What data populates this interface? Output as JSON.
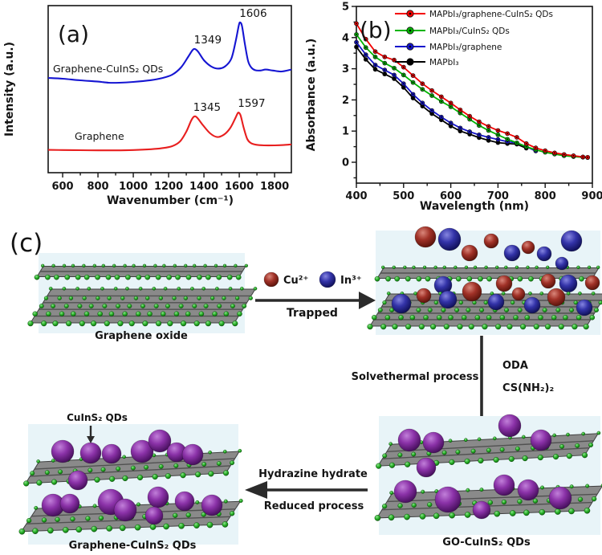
{
  "chart_data": [
    {
      "type": "line",
      "panel": "a",
      "tag": "(a)",
      "xlabel": "Wavenumber (cm⁻¹)",
      "ylabel": "Intensity (a.u.)",
      "xlim": [
        518,
        1895
      ],
      "ylim": [
        0,
        10.4
      ],
      "xticks": [
        600,
        800,
        1000,
        1200,
        1400,
        1600,
        1800
      ],
      "yticks": [],
      "grid": false,
      "series": [
        {
          "name": "Graphene-CuInS₂ QDs",
          "color": "#1515d2",
          "peaks": [
            {
              "label": "1349",
              "center": 1349
            },
            {
              "label": "1606",
              "center": 1606
            }
          ],
          "points": [
            [
              518,
              5.9
            ],
            [
              600,
              5.85
            ],
            [
              700,
              5.75
            ],
            [
              800,
              5.67
            ],
            [
              860,
              5.6
            ],
            [
              920,
              5.6
            ],
            [
              1000,
              5.65
            ],
            [
              1100,
              5.76
            ],
            [
              1160,
              5.88
            ],
            [
              1220,
              6.1
            ],
            [
              1270,
              6.55
            ],
            [
              1310,
              7.2
            ],
            [
              1335,
              7.62
            ],
            [
              1349,
              7.7
            ],
            [
              1368,
              7.52
            ],
            [
              1400,
              7.0
            ],
            [
              1440,
              6.62
            ],
            [
              1480,
              6.48
            ],
            [
              1520,
              6.62
            ],
            [
              1555,
              7.1
            ],
            [
              1580,
              8.2
            ],
            [
              1598,
              9.2
            ],
            [
              1606,
              9.35
            ],
            [
              1616,
              9.1
            ],
            [
              1632,
              8.0
            ],
            [
              1650,
              6.95
            ],
            [
              1668,
              6.55
            ],
            [
              1690,
              6.38
            ],
            [
              1720,
              6.36
            ],
            [
              1750,
              6.42
            ],
            [
              1790,
              6.36
            ],
            [
              1840,
              6.3
            ],
            [
              1895,
              6.42
            ]
          ]
        },
        {
          "name": "Graphene",
          "color": "#e81f1f",
          "peaks": [
            {
              "label": "1345",
              "center": 1345
            },
            {
              "label": "1597",
              "center": 1597
            }
          ],
          "points": [
            [
              518,
              1.42
            ],
            [
              600,
              1.41
            ],
            [
              700,
              1.4
            ],
            [
              800,
              1.39
            ],
            [
              900,
              1.39
            ],
            [
              1000,
              1.41
            ],
            [
              1100,
              1.46
            ],
            [
              1160,
              1.52
            ],
            [
              1220,
              1.65
            ],
            [
              1265,
              1.95
            ],
            [
              1300,
              2.55
            ],
            [
              1328,
              3.25
            ],
            [
              1345,
              3.5
            ],
            [
              1362,
              3.42
            ],
            [
              1395,
              2.95
            ],
            [
              1435,
              2.45
            ],
            [
              1475,
              2.22
            ],
            [
              1515,
              2.38
            ],
            [
              1550,
              2.8
            ],
            [
              1578,
              3.4
            ],
            [
              1590,
              3.68
            ],
            [
              1597,
              3.74
            ],
            [
              1608,
              3.55
            ],
            [
              1625,
              2.8
            ],
            [
              1645,
              2.1
            ],
            [
              1665,
              1.85
            ],
            [
              1695,
              1.74
            ],
            [
              1740,
              1.7
            ],
            [
              1800,
              1.7
            ],
            [
              1850,
              1.72
            ],
            [
              1895,
              1.76
            ]
          ]
        }
      ]
    },
    {
      "type": "line",
      "panel": "b",
      "tag": "(b)",
      "xlabel": "Wavelength (nm)",
      "ylabel": "Absorbance (a.u.)",
      "xlim": [
        400,
        900
      ],
      "ylim": [
        -0.67,
        5
      ],
      "xticks": [
        400,
        500,
        600,
        700,
        800,
        900
      ],
      "yticks": [
        0,
        1,
        2,
        3,
        4,
        5
      ],
      "grid": false,
      "legend_position": "top-right",
      "series": [
        {
          "name": "MAPbI₃/graphene-CuInS₂ QDs",
          "color": "#f40000",
          "x": [
            400,
            420,
            440,
            460,
            480,
            500,
            520,
            540,
            560,
            580,
            600,
            620,
            640,
            660,
            680,
            700,
            720,
            740,
            760,
            780,
            800,
            820,
            840,
            860,
            880,
            890
          ],
          "y": [
            4.45,
            3.95,
            3.55,
            3.38,
            3.28,
            3.05,
            2.78,
            2.52,
            2.3,
            2.1,
            1.9,
            1.68,
            1.48,
            1.3,
            1.15,
            1.02,
            0.92,
            0.8,
            0.6,
            0.46,
            0.37,
            0.3,
            0.25,
            0.21,
            0.17,
            0.16
          ]
        },
        {
          "name": "MAPbI₃/CuInS₂ QDs",
          "color": "#00b500",
          "x": [
            400,
            420,
            440,
            460,
            480,
            500,
            520,
            540,
            560,
            580,
            600,
            620,
            640,
            660,
            680,
            700,
            720,
            740,
            760,
            780,
            800,
            820,
            840,
            860,
            880,
            890
          ],
          "y": [
            4.1,
            3.68,
            3.38,
            3.18,
            3.02,
            2.8,
            2.56,
            2.34,
            2.14,
            1.95,
            1.78,
            1.58,
            1.38,
            1.18,
            1.02,
            0.88,
            0.74,
            0.62,
            0.5,
            0.4,
            0.32,
            0.26,
            0.21,
            0.18,
            0.16,
            0.15
          ]
        },
        {
          "name": "MAPbI₃/graphene",
          "color": "#1414cc",
          "x": [
            400,
            420,
            440,
            460,
            480,
            500,
            520,
            540,
            560,
            580,
            600,
            620,
            640,
            660,
            680,
            700,
            720,
            740,
            760,
            780
          ],
          "y": [
            3.85,
            3.45,
            3.12,
            2.96,
            2.8,
            2.52,
            2.18,
            1.9,
            1.66,
            1.45,
            1.26,
            1.1,
            0.98,
            0.88,
            0.8,
            0.73,
            0.66,
            0.62,
            0.5,
            0.36
          ]
        },
        {
          "name": "MAPbI₃",
          "color": "#000000",
          "x": [
            400,
            420,
            440,
            460,
            480,
            500,
            520,
            540,
            560,
            580,
            600,
            620,
            640,
            660,
            680,
            700,
            720,
            740,
            760
          ],
          "y": [
            3.7,
            3.3,
            2.98,
            2.83,
            2.68,
            2.4,
            2.06,
            1.8,
            1.56,
            1.36,
            1.16,
            1.0,
            0.9,
            0.79,
            0.7,
            0.63,
            0.6,
            0.58,
            0.45
          ]
        }
      ]
    }
  ],
  "panel_c": {
    "tag": "(c)",
    "labels": {
      "graphene_oxide": "Graphene oxide",
      "cu_ion": "Cu²⁺",
      "in_ion": "In³⁺",
      "trapped": "Trapped",
      "solvethermal": "Solvethermal process",
      "oda": "ODA",
      "thiourea": "CS(NH₂)₂",
      "go_qds": "GO-CuInS₂ QDs",
      "hydrazine": "Hydrazine hydrate",
      "reduced": "Reduced process",
      "qds_pointer": "CuInS₂ QDs",
      "rgo_qds": "Graphene-CuInS₂ QDs"
    },
    "colors": {
      "cu_sphere": "#9b2d22",
      "in_sphere": "#2d2d9b",
      "qd_sphere": "#7b2d9b",
      "atom": "#1fa81f",
      "sheet": "#8a8a8a",
      "image_bg": "#e8f4f8",
      "arrow": "#2b2b2b"
    }
  }
}
